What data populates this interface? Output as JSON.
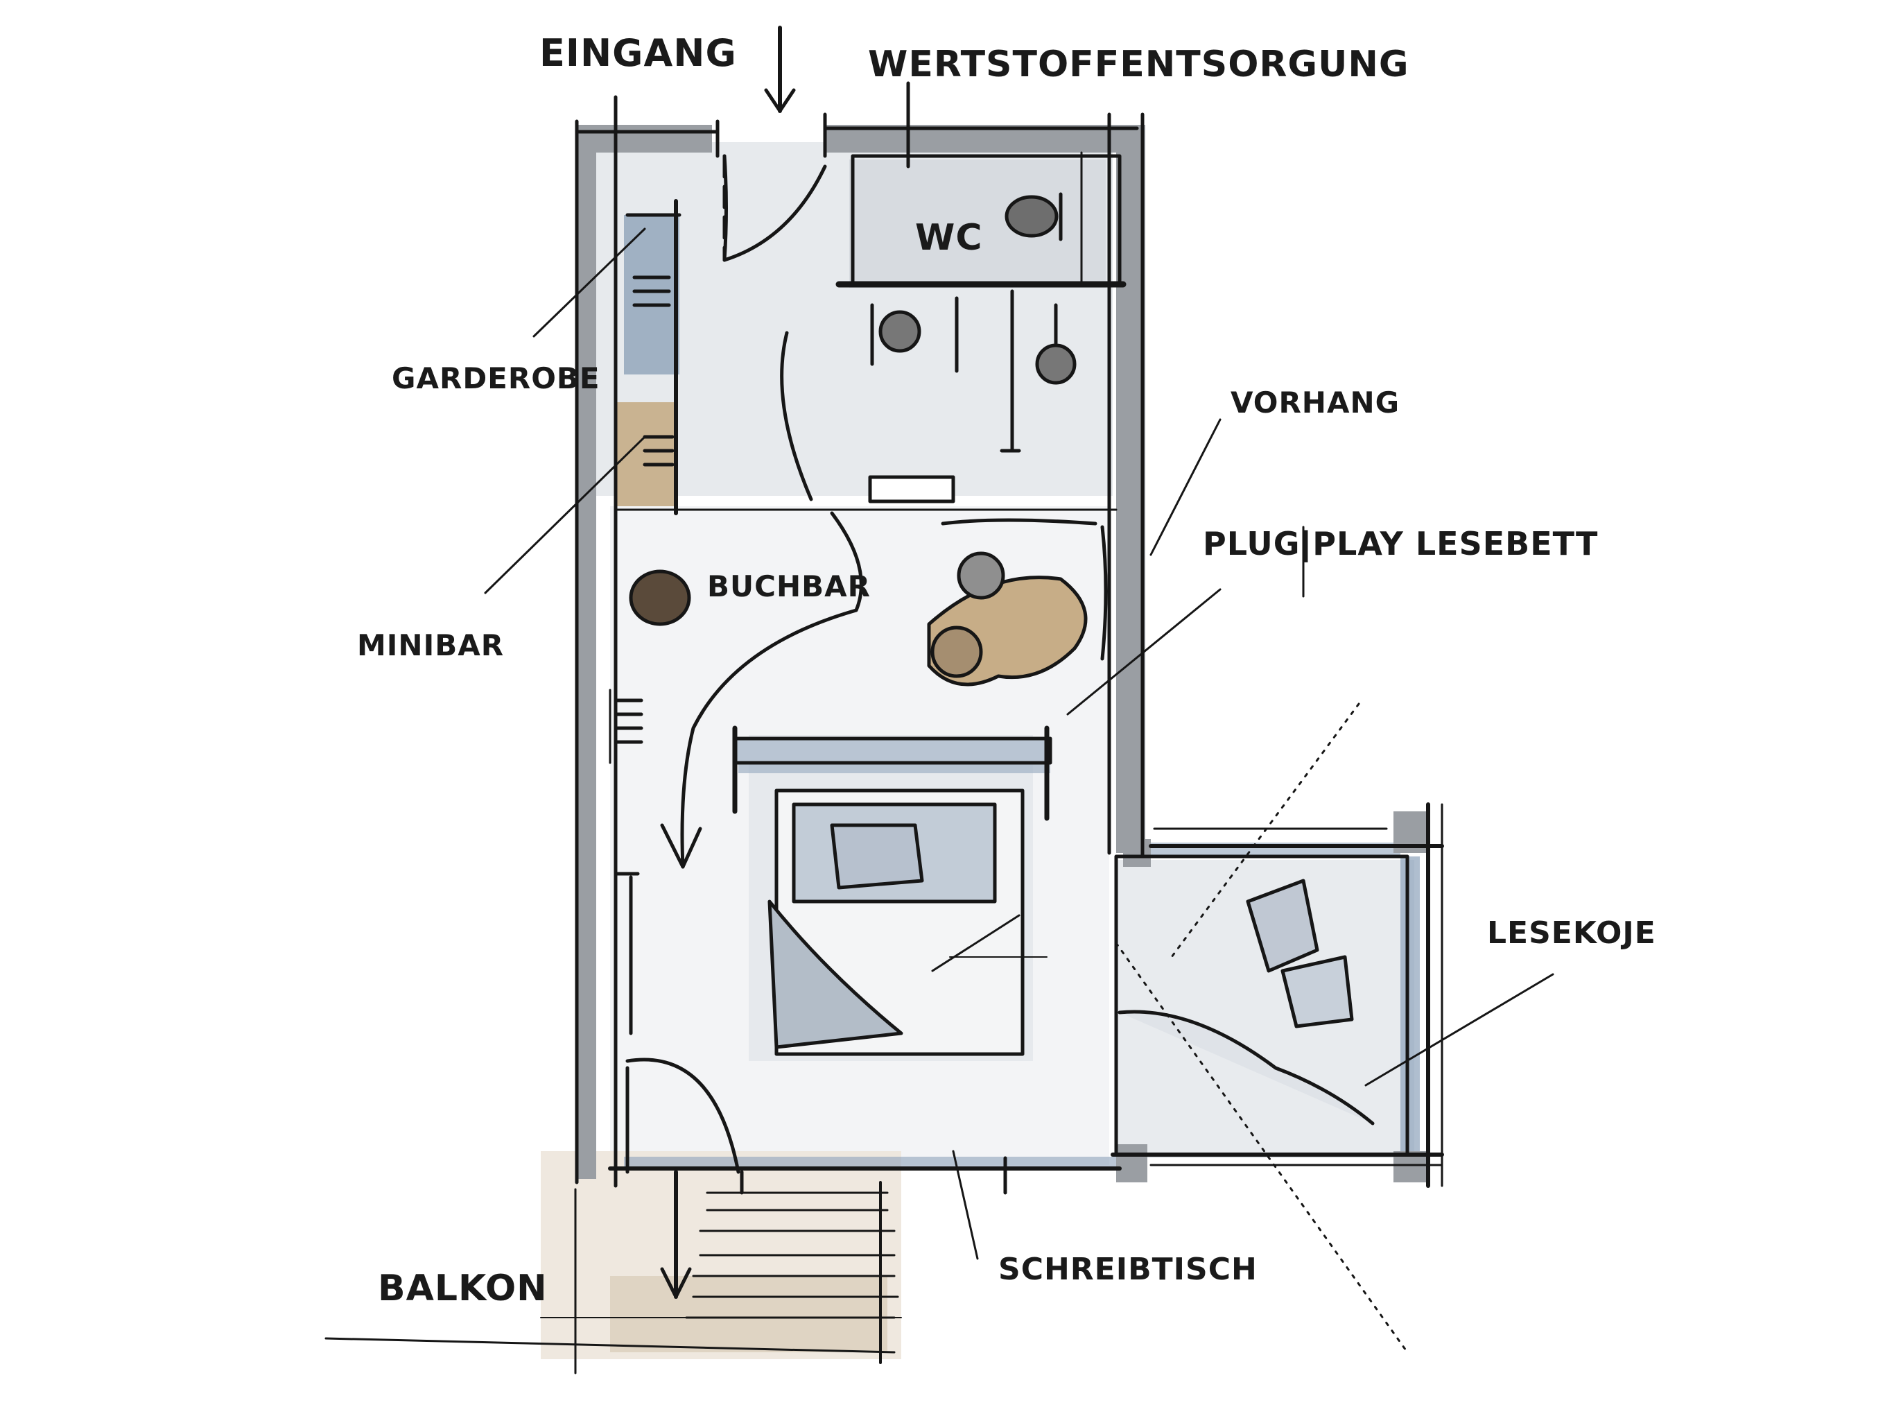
{
  "labels": {
    "eingang": "EINGANG",
    "wertstoff": "WERTSTOFFENTSORGUNG",
    "wc": "WC",
    "garderobe": "GARDEROBE",
    "minibar": "MINIBAR",
    "bucherbar": "BUCHBAR",
    "vorhang": "VORHANG",
    "plug_play": "PLUG|PLAY LESEBETT",
    "lesekoje": "LESEKOJE",
    "balkon": "BALKON",
    "schreibtisch": "SCHREIBTISCH"
  },
  "colors": {
    "ink": "#161616",
    "wall": "#9a9ea3",
    "floor_grey": "#dfe3e8",
    "accent_blue": "#8da2bb",
    "wood": "#c8b496",
    "bean_bag": "#a88f6f"
  }
}
